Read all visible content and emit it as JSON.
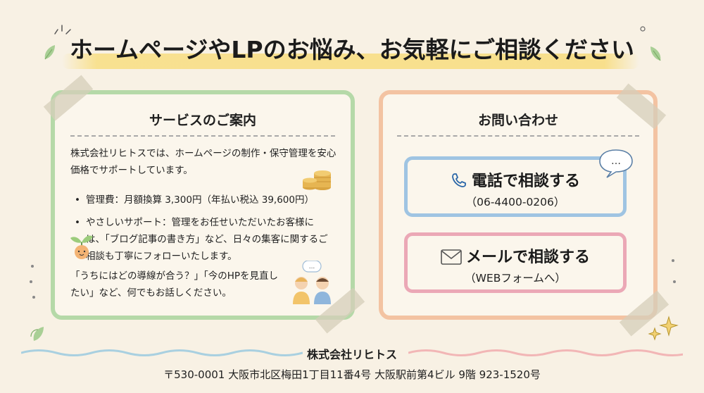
{
  "title": "ホームページやLPのお悩み、お気軽にご相談ください",
  "services": {
    "heading": "サービスのご案内",
    "intro": "株式会社リヒトスでは、ホームページの制作・保守管理を安心価格でサポートしています。",
    "bullets": [
      "管理費：月額換算 3,300円（年払い税込 39,600円）",
      "やさしいサポート：管理をお任せいただいたお客様には、「ブログ記事の書き方」など、日々の集客に関するご相談も丁寧にフォローいたします。"
    ],
    "closing": "「うちにはどの導線が合う？」「今のHPを見直したい」など、何でもお話しください。",
    "bullet_mark": "•"
  },
  "contact": {
    "heading": "お問い合わせ",
    "phone_label": "電話で相談する",
    "phone_number": "（06-4400-0206）",
    "mail_label": "メールで相談する",
    "mail_sub": "（WEBフォームへ）",
    "bubble_text": "…"
  },
  "footer": {
    "company": "株式会社リヒトス",
    "address": "〒530-0001 大阪市北区梅田1丁目11番4号 大阪駅前第4ビル 9階 923-1520号"
  },
  "colors": {
    "background": "#f8f1e4",
    "left_card_border": "#b5d9a8",
    "right_card_border": "#f3c3a2",
    "phone_button_border": "#9fc4e2",
    "mail_button_border": "#eba8b6",
    "title_highlight": "#f8de82"
  },
  "icons": [
    "phone-icon",
    "mail-icon",
    "speech-bubble-icon",
    "coins-icon",
    "sprout-icon",
    "chatting-people-icon",
    "leaf-icon",
    "sparkle-icon"
  ]
}
